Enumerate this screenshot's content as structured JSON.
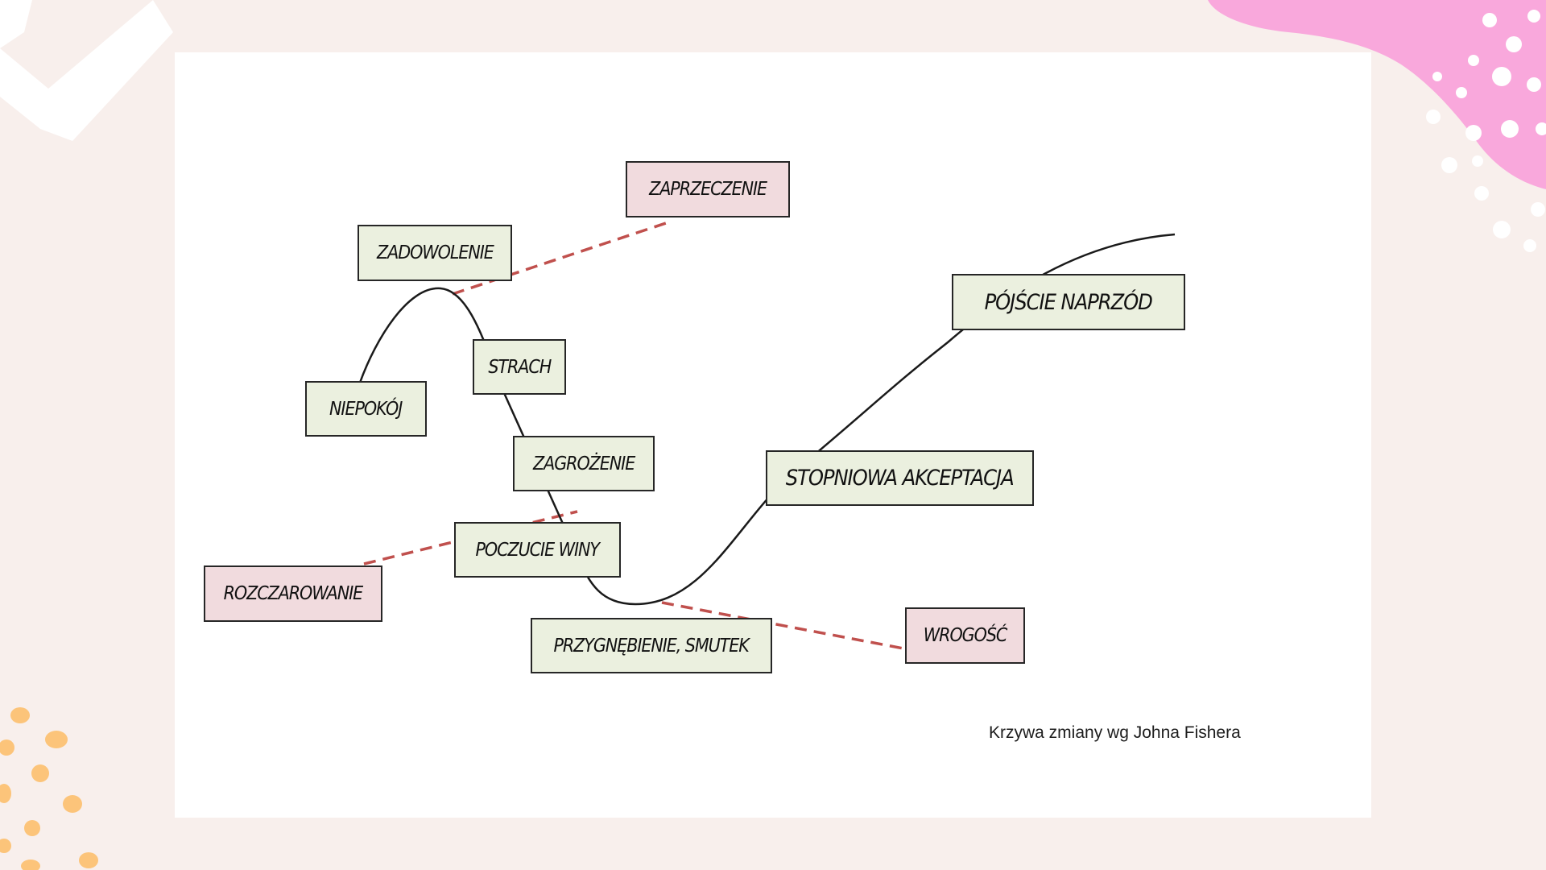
{
  "diagram": {
    "stages": [
      {
        "id": "niepokoj",
        "label": "NIEPOKÓJ"
      },
      {
        "id": "zadowolenie",
        "label": "ZADOWOLENIE"
      },
      {
        "id": "strach",
        "label": "STRACH"
      },
      {
        "id": "zagrozenie",
        "label": "ZAGROŻENIE"
      },
      {
        "id": "poczucie-winy",
        "label": "POCZUCIE WINY"
      },
      {
        "id": "przygnebienie",
        "label": "PRZYGNĘBIENIE, SMUTEK"
      },
      {
        "id": "stopniowa-akceptacja",
        "label": "STOPNIOWA AKCEPTACJA"
      },
      {
        "id": "pojscie-naprzod",
        "label": "PÓJŚCIE NAPRZÓD"
      }
    ],
    "reactions": [
      {
        "id": "zaprzeczenie",
        "label": "ZAPRZECZENIE"
      },
      {
        "id": "rozczarowanie",
        "label": "ROZCZAROWANIE"
      },
      {
        "id": "wrogosc",
        "label": "WROGOŚĆ"
      }
    ],
    "caption": "Krzywa zmiany wg Johna Fishera"
  },
  "colors": {
    "background": "#f8efec",
    "card": "#ffffff",
    "stage_box": "#ebf0df",
    "reaction_box": "#f1dbde",
    "curve": "#1a1a1a",
    "dashed_line": "#c0504d",
    "deco_pink": "#f9a8dc",
    "deco_orange": "#fcc47a"
  }
}
